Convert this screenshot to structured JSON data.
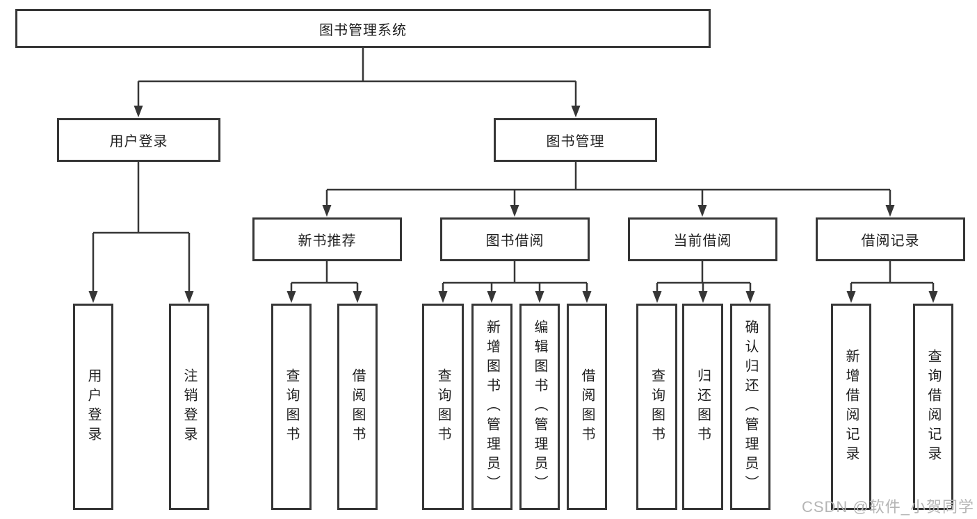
{
  "diagram": {
    "type": "tree",
    "root": {
      "label": "图书管理系统"
    },
    "level2": [
      {
        "label": "用户登录",
        "children": [
          {
            "label": "用户登录"
          },
          {
            "label": "注销登录"
          }
        ]
      },
      {
        "label": "图书管理",
        "children": [
          {
            "label": "新书推荐",
            "children": [
              {
                "label": "查询图书"
              },
              {
                "label": "借阅图书"
              }
            ]
          },
          {
            "label": "图书借阅",
            "children": [
              {
                "label": "查询图书"
              },
              {
                "label": "新增图书（管理员）"
              },
              {
                "label": "编辑图书（管理员）"
              },
              {
                "label": "借阅图书"
              }
            ]
          },
          {
            "label": "当前借阅",
            "children": [
              {
                "label": "查询图书"
              },
              {
                "label": "归还图书"
              },
              {
                "label": "确认归还（管理员）"
              }
            ]
          },
          {
            "label": "借阅记录",
            "children": [
              {
                "label": "新增借阅记录"
              },
              {
                "label": "查询借阅记录"
              }
            ]
          }
        ]
      }
    ]
  },
  "watermark": {
    "text": "CSDN @软件_小贺同学"
  },
  "colors": {
    "line": "#363636",
    "text": "#1f1f1f",
    "watermark": "#b5b5b5",
    "background": "#ffffff"
  }
}
